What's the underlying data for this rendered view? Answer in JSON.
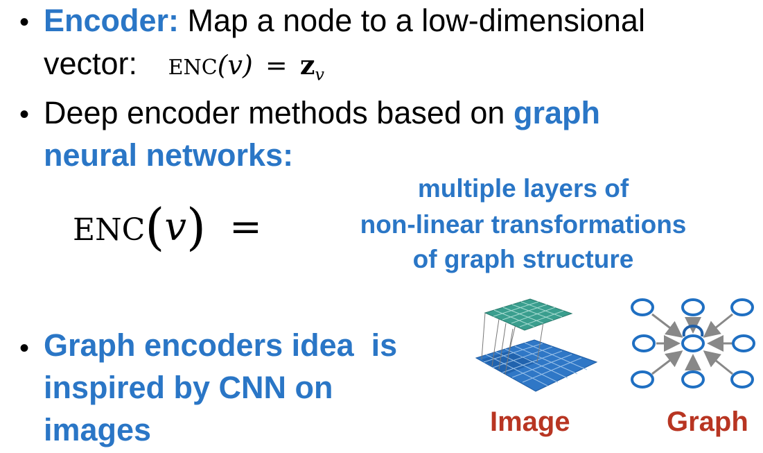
{
  "bullet1": {
    "label": "Encoder:",
    "text": "Map a node to a low-dimensional",
    "line2": "vector:"
  },
  "formula1": {
    "lhs": "ENC",
    "var": "(v)",
    "eq": "=",
    "z": "z",
    "sub": "v"
  },
  "bullet2": {
    "text": "Deep encoder methods based on",
    "highlight1": "graph",
    "highlight2": "neural networks:"
  },
  "formula2": {
    "lhs": "ENC",
    "paren_open": "(",
    "var": "v",
    "paren_close": ")",
    "eq": "="
  },
  "explanation": [
    "multiple layers of",
    "non-linear transformations",
    "of graph structure"
  ],
  "bullet3": {
    "line1": "Graph encoders idea  is",
    "line2": "inspired by CNN on",
    "line3": "images"
  },
  "figure": {
    "image_caption": "Image",
    "graph_caption": "Graph",
    "colors": {
      "top_grid": "#3a9e8e",
      "bottom_grid": "#2f77c6",
      "node": "#1f6fc2",
      "caption": "#b83522"
    }
  }
}
